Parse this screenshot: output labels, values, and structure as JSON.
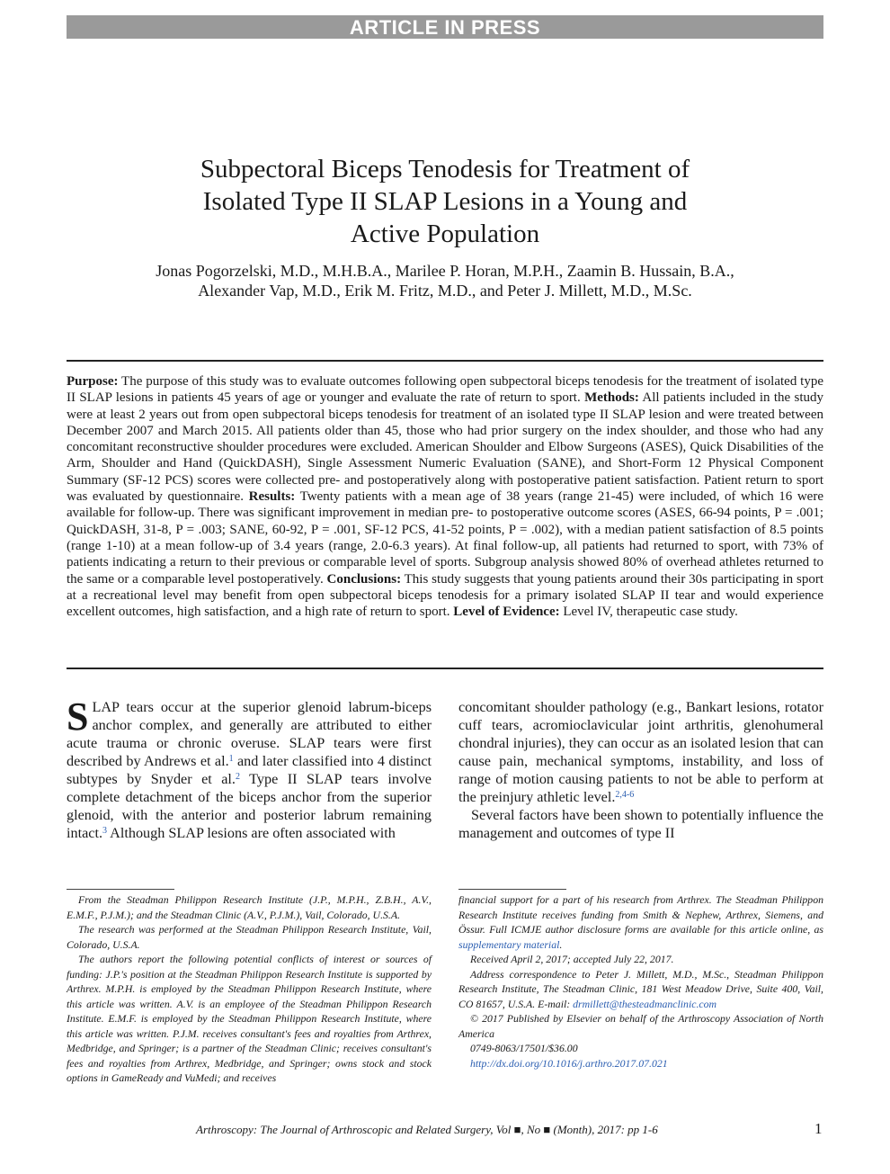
{
  "banner": "ARTICLE IN PRESS",
  "title": {
    "line1": "Subpectoral Biceps Tenodesis for Treatment of",
    "line2": "Isolated Type II SLAP Lesions in a Young and",
    "line3": "Active Population"
  },
  "authors": {
    "line1": "Jonas Pogorzelski, M.D., M.H.B.A., Marilee P. Horan, M.P.H., Zaamin B. Hussain, B.A.,",
    "line2": "Alexander Vap, M.D., Erik M. Fritz, M.D., and Peter J. Millett, M.D., M.Sc."
  },
  "abstract": {
    "purpose_label": "Purpose:",
    "purpose": " The purpose of this study was to evaluate outcomes following open subpectoral biceps tenodesis for the treatment of isolated type II SLAP lesions in patients 45 years of age or younger and evaluate the rate of return to sport. ",
    "methods_label": "Methods:",
    "methods": " All patients included in the study were at least 2 years out from open subpectoral biceps tenodesis for treatment of an isolated type II SLAP lesion and were treated between December 2007 and March 2015. All patients older than 45, those who had prior surgery on the index shoulder, and those who had any concomitant reconstructive shoulder procedures were excluded. American Shoulder and Elbow Surgeons (ASES), Quick Disabilities of the Arm, Shoulder and Hand (QuickDASH), Single Assessment Numeric Evaluation (SANE), and Short-Form 12 Physical Component Summary (SF-12 PCS) scores were collected pre- and postoperatively along with postoperative patient satisfaction. Patient return to sport was evaluated by questionnaire. ",
    "results_label": "Results:",
    "results": " Twenty patients with a mean age of 38 years (range 21-45) were included, of which 16 were available for follow-up. There was significant improvement in median pre- to postoperative outcome scores (ASES, 66-94 points, P = .001; QuickDASH, 31-8, P = .003; SANE, 60-92, P = .001, SF-12 PCS, 41-52 points, P = .002), with a median patient satisfaction of 8.5 points (range 1-10) at a mean follow-up of 3.4 years (range, 2.0-6.3 years). At final follow-up, all patients had returned to sport, with 73% of patients indicating a return to their previous or comparable level of sports. Subgroup analysis showed 80% of overhead athletes returned to the same or a comparable level postoperatively. ",
    "conclusions_label": "Conclusions:",
    "conclusions": " This study suggests that young patients around their 30s participating in sport at a recreational level may benefit from open subpectoral biceps tenodesis for a primary isolated SLAP II tear and would experience excellent outcomes, high satisfaction, and a high rate of return to sport. ",
    "loe_label": "Level of Evidence:",
    "loe": " Level IV, therapeutic case study."
  },
  "body": {
    "dropcap": "S",
    "left_p1_a": "LAP tears occur at the superior glenoid labrum-biceps anchor complex, and generally are attributed to either acute trauma or chronic overuse. SLAP tears were first described by Andrews et al.",
    "ref1": "1",
    "left_p1_b": " and later classified into 4 distinct subtypes by Snyder et al.",
    "ref2": "2",
    "left_p1_c": " Type II SLAP tears involve complete detachment of the biceps anchor from the superior glenoid, with the anterior and posterior labrum remaining intact.",
    "ref3": "3",
    "left_p1_d": " Although SLAP lesions are often associated with",
    "right_p1": "concomitant shoulder pathology (e.g., Bankart lesions, rotator cuff tears, acromioclavicular joint arthritis, glenohumeral chondral injuries), they can occur as an isolated lesion that can cause pain, mechanical symptoms, instability, and loss of range of motion causing patients to not be able to perform at the preinjury athletic level.",
    "ref4": "2,4-6",
    "right_p2": "Several factors have been shown to potentially influence the management and outcomes of type II"
  },
  "footnotes": {
    "left1": "From the Steadman Philippon Research Institute (J.P., M.P.H., Z.B.H., A.V., E.M.F., P.J.M.); and the Steadman Clinic (A.V., P.J.M.), Vail, Colorado, U.S.A.",
    "left2": "The research was performed at the Steadman Philippon Research Institute, Vail, Colorado, U.S.A.",
    "left3": "The authors report the following potential conflicts of interest or sources of funding: J.P.'s position at the Steadman Philippon Research Institute is supported by Arthrex. M.P.H. is employed by the Steadman Philippon Research Institute, where this article was written. A.V. is an employee of the Steadman Philippon Research Institute. E.M.F. is employed by the Steadman Philippon Research Institute, where this article was written. P.J.M. receives consultant's fees and royalties from Arthrex, Medbridge, and Springer; is a partner of the Steadman Clinic; receives consultant's fees and royalties from Arthrex, Medbridge, and Springer; owns stock and stock options in GameReady and VuMedi; and receives",
    "right1_a": "financial support for a part of his research from Arthrex. The Steadman Philippon Research Institute receives funding from Smith & Nephew, Arthrex, Siemens, and Össur. Full ICMJE author disclosure forms are available for this article online, as ",
    "right1_link": "supplementary material",
    "right1_b": ".",
    "right2": "Received April 2, 2017; accepted July 22, 2017.",
    "right3_a": "Address correspondence to Peter J. Millett, M.D., M.Sc., Steadman Philippon Research Institute, The Steadman Clinic, 181 West Meadow Drive, Suite 400, Vail, CO 81657, U.S.A. E-mail: ",
    "right3_email": "drmillett@thesteadmanclinic.com",
    "right4": "© 2017 Published by Elsevier on behalf of the Arthroscopy Association of North America",
    "right5": "0749-8063/17501/$36.00",
    "right6": "http://dx.doi.org/10.1016/j.arthro.2017.07.021"
  },
  "page_footer": {
    "journal": "Arthroscopy: The Journal of Arthroscopic and Related Surgery, Vol ■, No ■ (Month), 2017: pp 1-6",
    "page_number": "1"
  }
}
